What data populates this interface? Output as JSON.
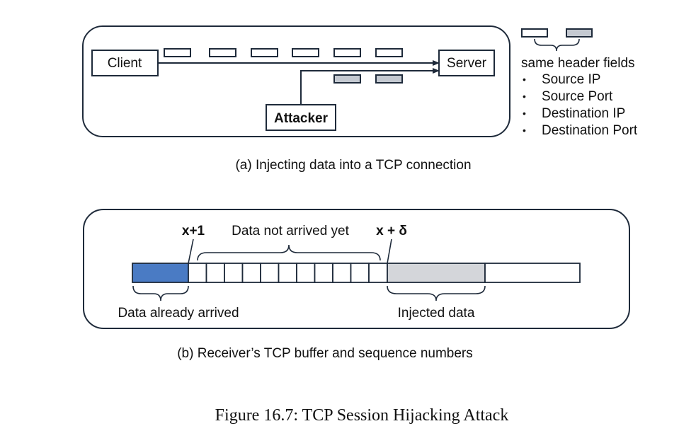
{
  "panel_a": {
    "client_label": "Client",
    "server_label": "Server",
    "attacker_label": "Attacker",
    "legend_title": "same header fields",
    "bullet": "•",
    "header_fields": [
      "Source IP",
      "Source Port",
      "Destination IP",
      "Destination Port"
    ],
    "caption": "(a) Injecting data into a TCP connection",
    "colors": {
      "legit_packet": "#ffffff",
      "spoofed_packet": "#c4c9d1",
      "stroke": "#1e2a3a"
    }
  },
  "panel_b": {
    "x_plus_1": "x+1",
    "data_not_arrived": "Data not arrived yet",
    "x_plus_delta": "x + δ",
    "data_already_arrived": "Data already arrived",
    "injected_data": "Injected data",
    "caption": "(b) Receiver’s TCP buffer and sequence numbers",
    "colors": {
      "arrived": "#4a7bc4",
      "injected": "#d4d6da",
      "empty": "#ffffff"
    }
  },
  "figure_caption": "Figure 16.7: TCP Session Hijacking Attack"
}
